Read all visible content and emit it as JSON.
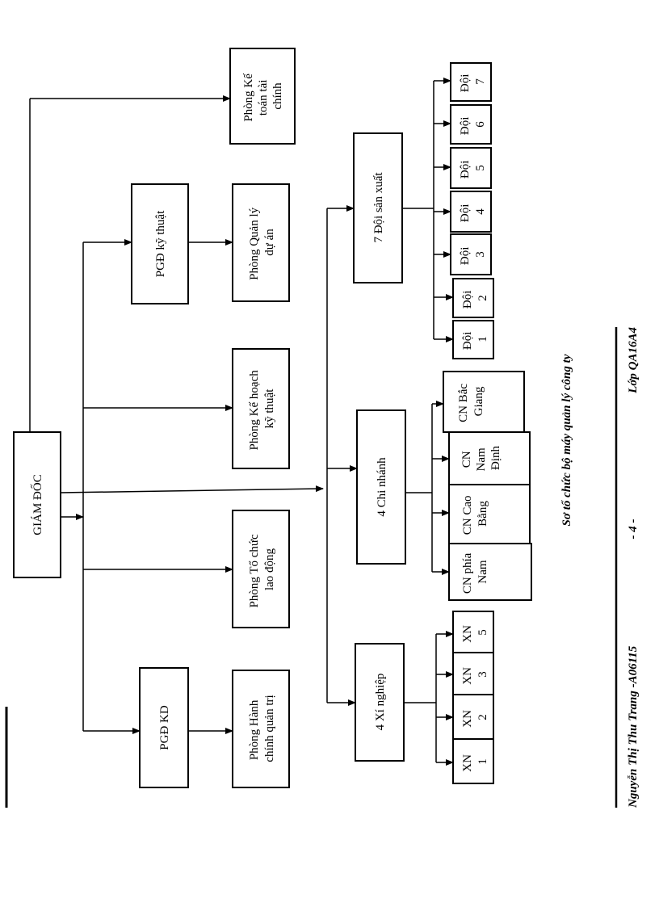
{
  "diagram": {
    "root": "GIÁM ĐỐC",
    "deputies": {
      "kd": "PGĐ KD",
      "kt": "PGĐ kỹ thuật"
    },
    "departments": {
      "hanh_chinh": [
        "Phòng Hành",
        "chính quản trị"
      ],
      "to_chuc": [
        "Phòng Tổ chức",
        "lao động"
      ],
      "ke_hoach": [
        "Phòng Kế hoạch",
        "kỹ thuật"
      ],
      "quan_ly_du_an": [
        "Phòng Quản lý",
        "dự án"
      ],
      "ke_toan": [
        "Phòng Kế",
        "toán tài",
        "chính"
      ]
    },
    "units": {
      "xi_nghiep": "4 Xí nghiệp",
      "chi_nhanh": "4 Chi nhánh",
      "doi": "7 Đội sản xuất"
    },
    "xi_nghiep_items": [
      [
        "XN",
        "1"
      ],
      [
        "XN",
        "2"
      ],
      [
        "XN",
        "3"
      ],
      [
        "XN",
        "5"
      ]
    ],
    "chi_nhanh_items": [
      [
        "CN phía",
        "Nam"
      ],
      [
        "CN Cao",
        "Bằng"
      ],
      [
        "CN",
        "Nam",
        "Định"
      ],
      [
        "CN Bắc",
        "Giang"
      ]
    ],
    "doi_items": [
      [
        "Đội",
        "1"
      ],
      [
        "Đội",
        "2"
      ],
      [
        "Đội",
        "3"
      ],
      [
        "Đội",
        "4"
      ],
      [
        "Đội",
        "5"
      ],
      [
        "Đội",
        "6"
      ],
      [
        "Đội",
        "7"
      ]
    ]
  },
  "caption": "Sơ tổ chức bộ máy quản lý công ty",
  "footer": {
    "author": "Nguyễn Thị Thu Trang -A06115",
    "page": "- 4 -",
    "class": "Lớp QA16A4"
  }
}
